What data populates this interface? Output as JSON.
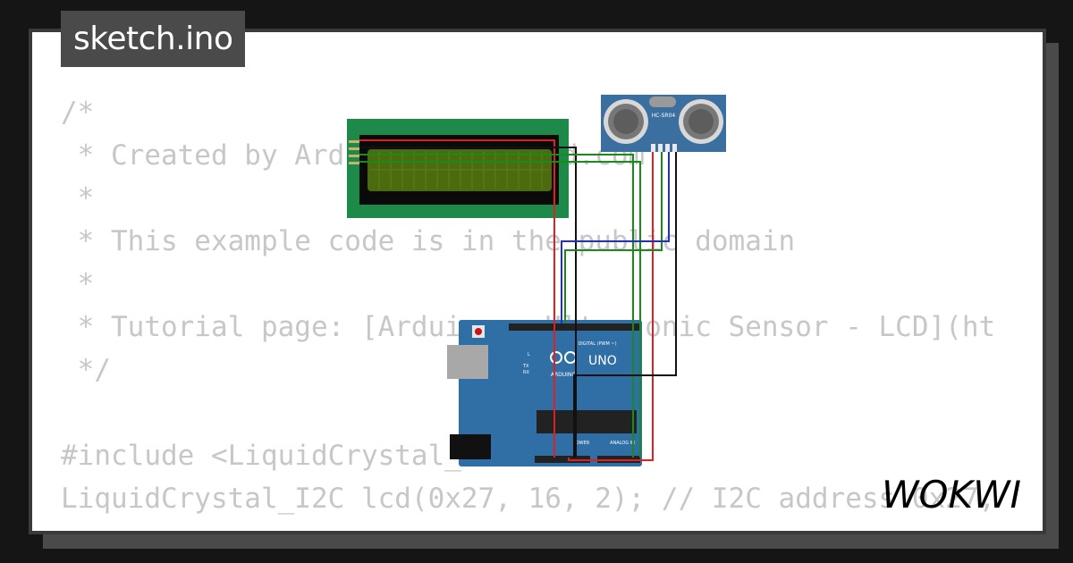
{
  "header": {
    "file_name": "sketch.ino"
  },
  "code": {
    "lines": [
      "/*",
      " * Created by ArduinoGetStarted.com",
      " *",
      " * This example code is in the public domain",
      " *",
      " * Tutorial page: [Arduino - Ultrasonic Sensor - LCD](ht",
      " */",
      "",
      "#include <LiquidCrystal_I2C.h>",
      "LiquidCrystal_I2C lcd(0x27, 16, 2); // I2C address 0x27,"
    ]
  },
  "diagram": {
    "sensor_label": "HC-SR04",
    "board_label": "UNO",
    "board_brand": "ARDUINO",
    "board_header_digital": "DIGITAL (PWM ~)",
    "board_header_analog": "ANALOG IN",
    "board_header_power": "POWER",
    "board_led_l": "L",
    "board_led_tx": "TX",
    "board_led_rx": "RX",
    "colors": {
      "lcd_board": "#1e8a4a",
      "lcd_screen": "#4c6a0e",
      "sensor_board": "#3a6fa0",
      "arduino_board": "#2f6fa5",
      "wire_red": "#e0201e",
      "wire_green": "#1a8a1a",
      "wire_blue": "#1e2fd0",
      "wire_black": "#111111"
    }
  },
  "brand": {
    "name": "WOKWI"
  }
}
